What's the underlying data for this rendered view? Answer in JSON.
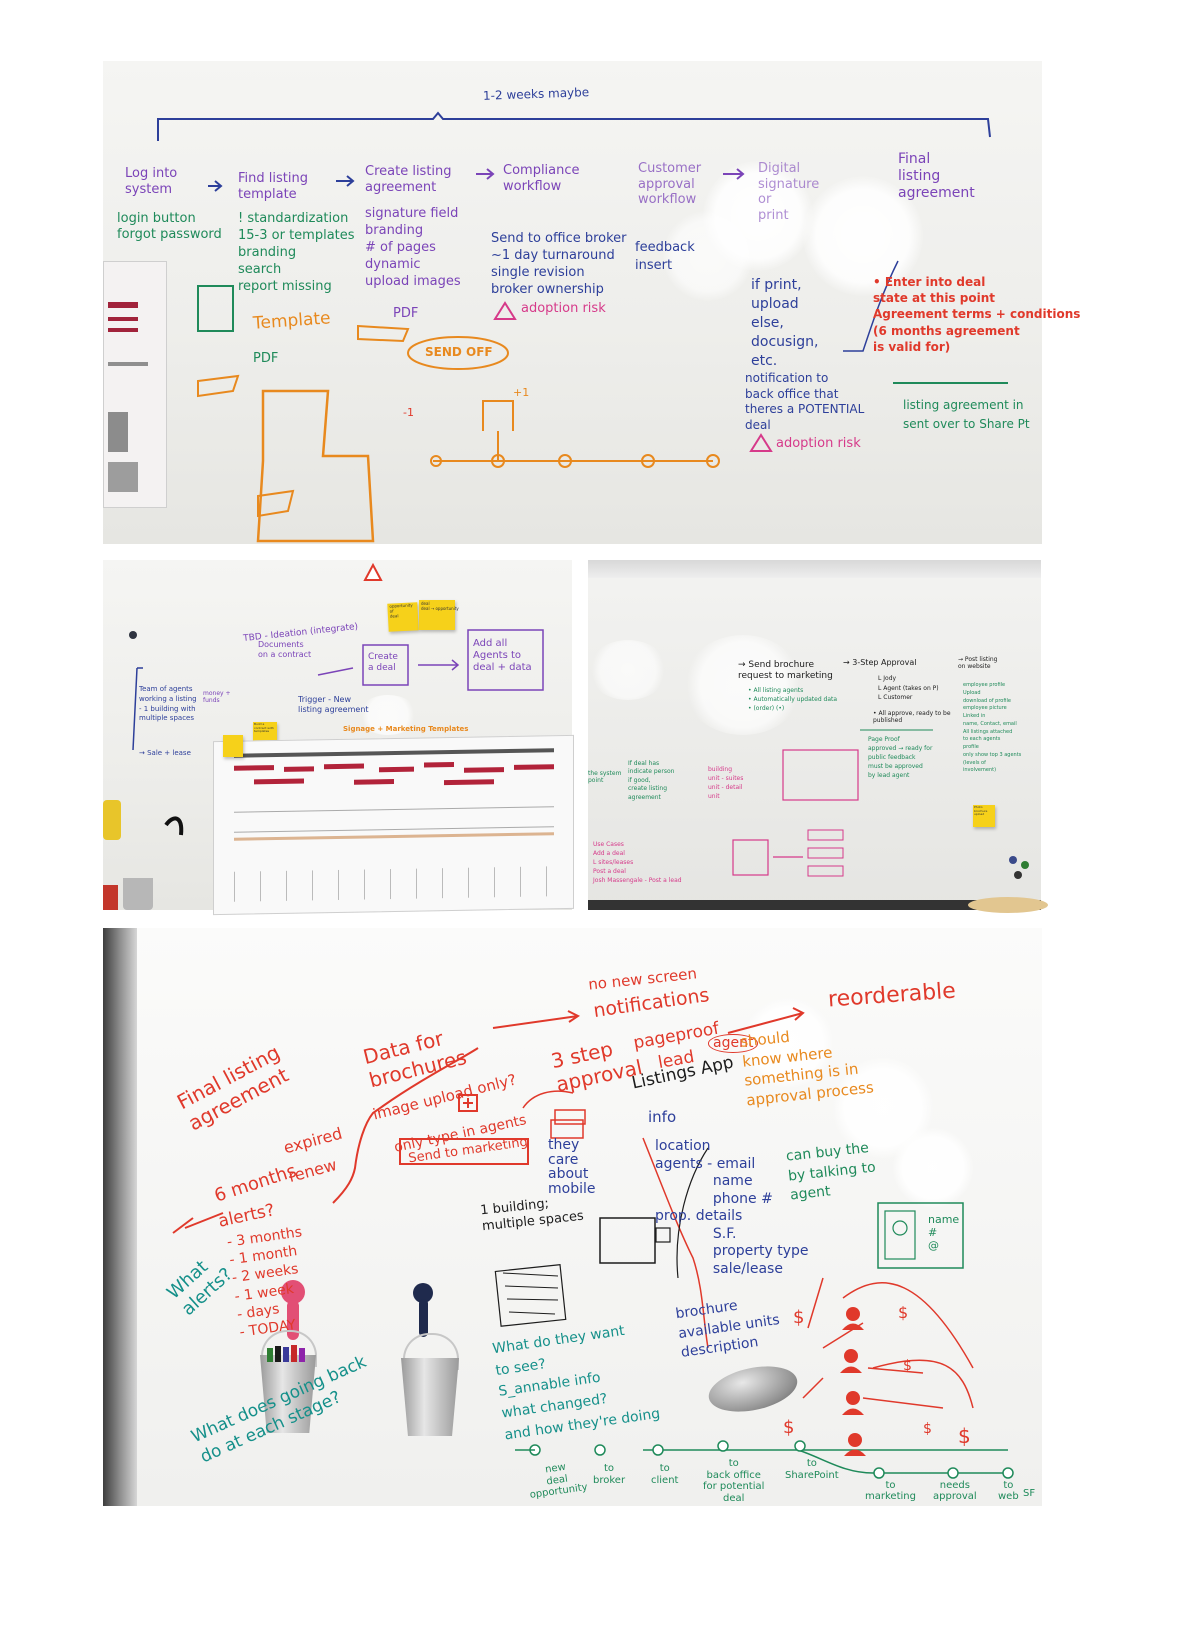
{
  "panel1": {
    "top_note": "1-2 weeks maybe",
    "steps": [
      {
        "title": "Log into\nsystem",
        "details": "login button\nforgot password"
      },
      {
        "title": "Find listing\ntemplate",
        "details": "! standardization\n15-3 or templates\nbranding\nsearch\nreport missing"
      },
      {
        "title": "Create listing\nagreement",
        "details": "signature field\nbranding\n# of pages\ndynamic\nupload images"
      },
      {
        "title": "Compliance\nworkflow",
        "details": "Send to office broker\n~1 day turnaround\nsingle revision\nbroker ownership"
      },
      {
        "title": "Customer\napproval\nworkflow",
        "details": "feedback\ninsert"
      },
      {
        "title": "Digital\nsignature\nor\nprint",
        "details": "if print,\nupload\nelse,\ndocusign,\netc."
      },
      {
        "title": "Final\nlisting\nagreement",
        "details": ""
      }
    ],
    "template_label": "Template",
    "pdf_label_1": "PDF",
    "pdf_label_2": "PDF",
    "send_off": "SEND OFF",
    "adoption_risk_1": "adoption risk",
    "notification_note": "notification to\nback office that\ntheres a POTENTIAL\ndeal",
    "adoption_risk_2": "adoption risk",
    "enter_deal": "• Enter into deal\nstate at this point\nAgreement terms + conditions\n(6 months agreement\nis valid for)",
    "listing_sent": "listing agreement in\nsent over to Share Pt",
    "minus_one": "-1",
    "plus_one": "+1"
  },
  "panel2": {
    "tbd": "TBD - Ideation (integrate)",
    "team_note": "Team of agents\nworking a listing\n- 1 building with\nmultiple spaces",
    "sale_lease": "→ Sale + lease",
    "doc_contract": "Documents\non a contract",
    "create_deal": "Create\na deal",
    "add_agents": "Add all\nAgents to\ndeal + data",
    "trigger": "Trigger - New\nlisting agreement",
    "sticky_1": "opportunity\nof\ndeal",
    "sticky_2": "deal\ndeal → opportunity",
    "sticky_3": "Build a\ncontract with\ntemplates",
    "templates": "Signage + Marketing Templates",
    "money": "money +\nfunds"
  },
  "panel3": {
    "send_brochure": "→ Send brochure\nrequest to marketing",
    "three_step": "→ 3-Step Approval",
    "approval_steps": "L Jody\nL Agent (takes on P)\nL Customer",
    "all_approve": "• All approve, ready to be\npublished",
    "post_listing": "→ Post listing\non website",
    "bullets": "• All listing agents\n• Automatically updated data\n• (order) (•)",
    "page_proof": "Page Proof\napproved → ready for\npublic feedback\nmust be approved\nby lead agent",
    "employee_profile": "employee profile\nUpload\ndownload of profile\nemployee picture\nLinked in\nname, Contact, email\nAll listings attached\nto each agents\nprofile\nonly show top 3 agents\n(levels of\ninvolvement)",
    "if_deal": "If deal has\nindicate person\nif good,\ncreate listing\nagreement",
    "building": "building\nunit - suites\nunit - detail\nunit",
    "use_cases": "Use Cases\nAdd a deal\nL sites/leases\nPost a deal\nJosh Massengale - Post a lead",
    "system_point": "the system\npoint",
    "sticky": "Photo\nbrochure\nupload"
  },
  "panel4": {
    "final_listing": "Final listing\nagreement",
    "months": "6 months",
    "expired": "expired",
    "renew": "renew",
    "alerts": "alerts?",
    "alert_list": "- 3 months\n- 1 month\n- 2 weeks\n- 1 week\n- days\n- TODAY",
    "what_alerts": "What\nalerts?",
    "data_brochures": "Data for\nbrochures",
    "image_upload": "image upload only?",
    "only_type": "only type in agents",
    "send_marketing": "Send to marketing",
    "no_new_screen": "no new screen",
    "notifications": "notifications",
    "three_step": "3 step\napproval",
    "page_proof": "pageproof",
    "lead": "lead",
    "agent": "agent",
    "should_know": "should\nknow where\nsomething is in\napproval process",
    "reorderable": "reorderable",
    "listings_app": "Listings App",
    "info_head": "info",
    "info_list": "location\nagents - email\n             name\n             phone #\nprop. details\n             S.F.\n             property type\n             sale/lease",
    "they_care": "they\ncare\nabout\nmobile",
    "one_building": "1 building;\nmultiple spaces",
    "brochure_note": "brochure\navailable units\ndescription",
    "what_see": "What do they want\nto see?\nS_annable info\nwhat changed?\nand how they're doing",
    "green_note": "can buy the\nby talking to\nagent",
    "name_card": "name\n#\n@",
    "going_back": "What does going back\ndo at each stage?",
    "timeline": [
      "new\ndeal\nopportunity",
      "to\nbroker",
      "to\nclient",
      "to\nback office\nfor potential\ndeal",
      "to\nSharePoint",
      "to\nmarketing",
      "needs\napproval",
      "to\nweb"
    ],
    "sf": "SF"
  }
}
